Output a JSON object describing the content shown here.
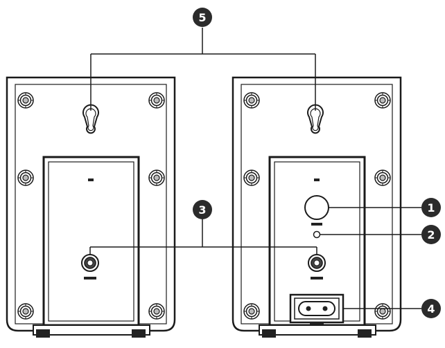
{
  "callouts": {
    "c1": "1",
    "c2": "2",
    "c3": "3",
    "c4": "4",
    "c5": "5"
  },
  "colors": {
    "line": "#1a1a1a",
    "callout_fill": "#2b2b2b",
    "panel": "#ffffff"
  }
}
